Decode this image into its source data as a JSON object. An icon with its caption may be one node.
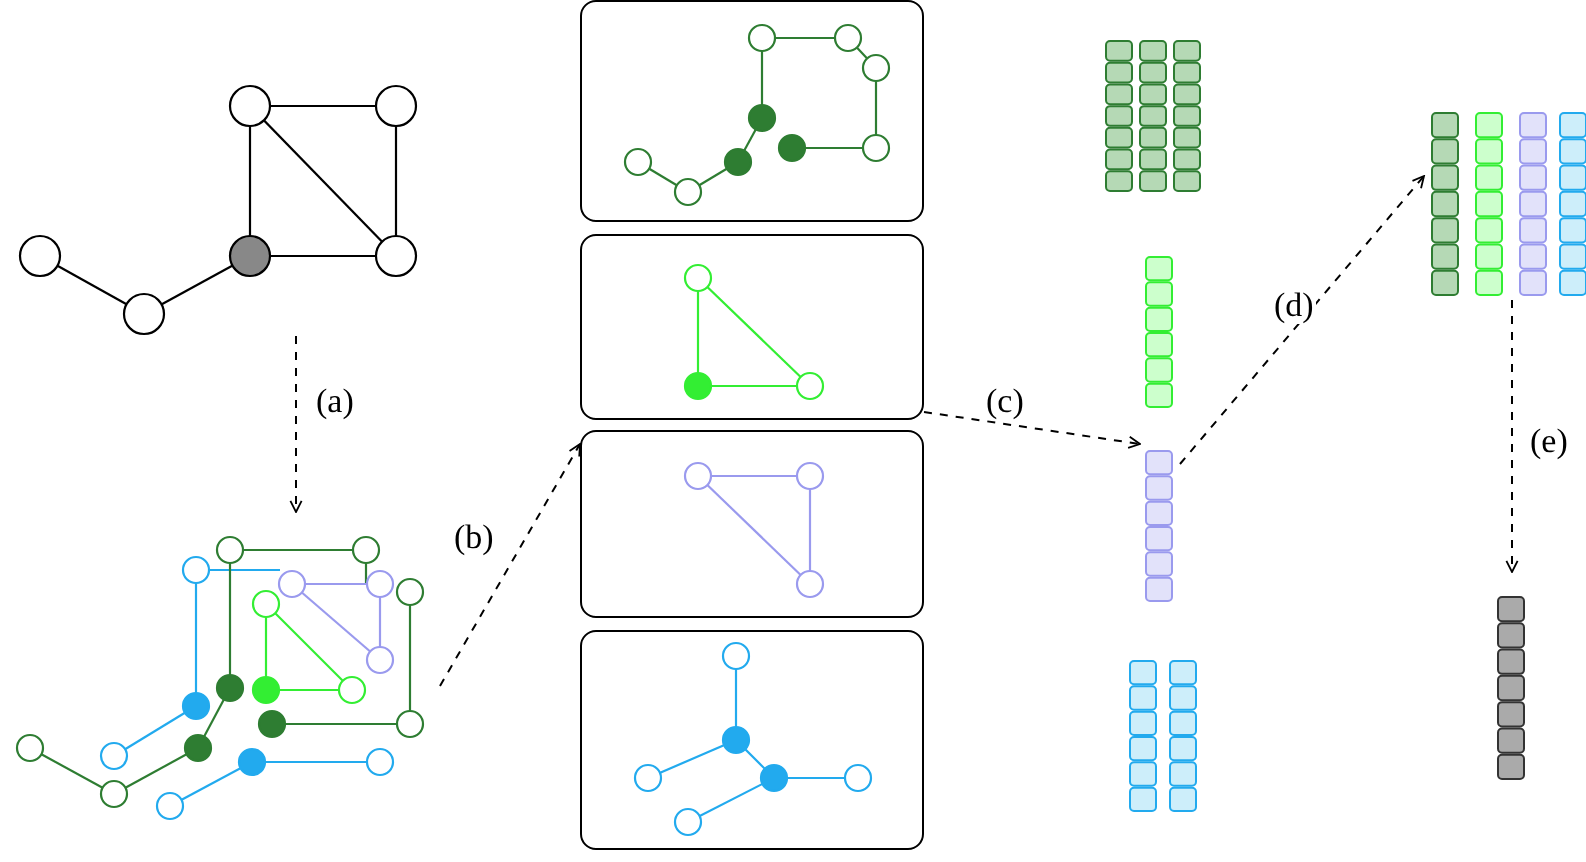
{
  "diagram": {
    "nodes": [
      {
        "text": [],
        "shape": "picture"
      },
      {
        "text": [],
        "shape": "picture"
      },
      {
        "text": [],
        "shape": "box"
      },
      {
        "text": [],
        "shape": "box"
      },
      {
        "text": [],
        "shape": "box"
      },
      {
        "text": [],
        "shape": "box"
      },
      {
        "text": [],
        "shape": "picture"
      },
      {
        "text": [],
        "shape": "picture"
      },
      {
        "text": [],
        "shape": "picture"
      },
      {
        "text": [],
        "shape": "picture"
      },
      {
        "text": [],
        "shape": "picture"
      },
      {
        "text": [],
        "shape": "picture"
      }
    ],
    "edges": [
      {
        "from": 0,
        "to": 1,
        "arrow": "to",
        "label": "(a)",
        "style": "dashed"
      },
      {
        "from": 1,
        "to": 4,
        "arrow": "to",
        "label": "(b)",
        "style": "dashed"
      },
      {
        "from": 3,
        "to": 8,
        "arrow": "to",
        "label": "(c)",
        "style": "dashed"
      },
      {
        "from": 8,
        "to": 10,
        "arrow": "to",
        "label": "(d)",
        "style": "dashed"
      },
      {
        "from": 10,
        "to": 11,
        "arrow": "to",
        "label": "(e)",
        "style": "dashed"
      }
    ]
  }
}
